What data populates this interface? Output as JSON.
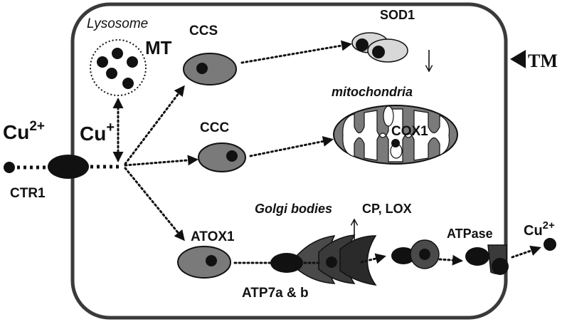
{
  "labels": {
    "lysosome": "Lysosome",
    "mt": "MT",
    "ccs": "CCS",
    "sod1": "SOD1",
    "tm": "TM",
    "mitochondria": "mitochondria",
    "ccc": "CCC",
    "cox1": "COX1",
    "cu_out": "Cu",
    "cu_out_sup": "2+",
    "cu_in": "Cu",
    "cu_in_sup": "+",
    "ctr1": "CTR1",
    "golgi": "Golgi bodies",
    "cp_lox": "CP, LOX",
    "atox1": "ATOX1",
    "atp7": "ATP7a & b",
    "atpase": "ATPase",
    "cu_exit": "Cu",
    "cu_exit_sup": "2+"
  },
  "colors": {
    "chaperone_fill": "#7a7a7a",
    "membrane": "#3a3a3a",
    "ink": "#111111"
  }
}
